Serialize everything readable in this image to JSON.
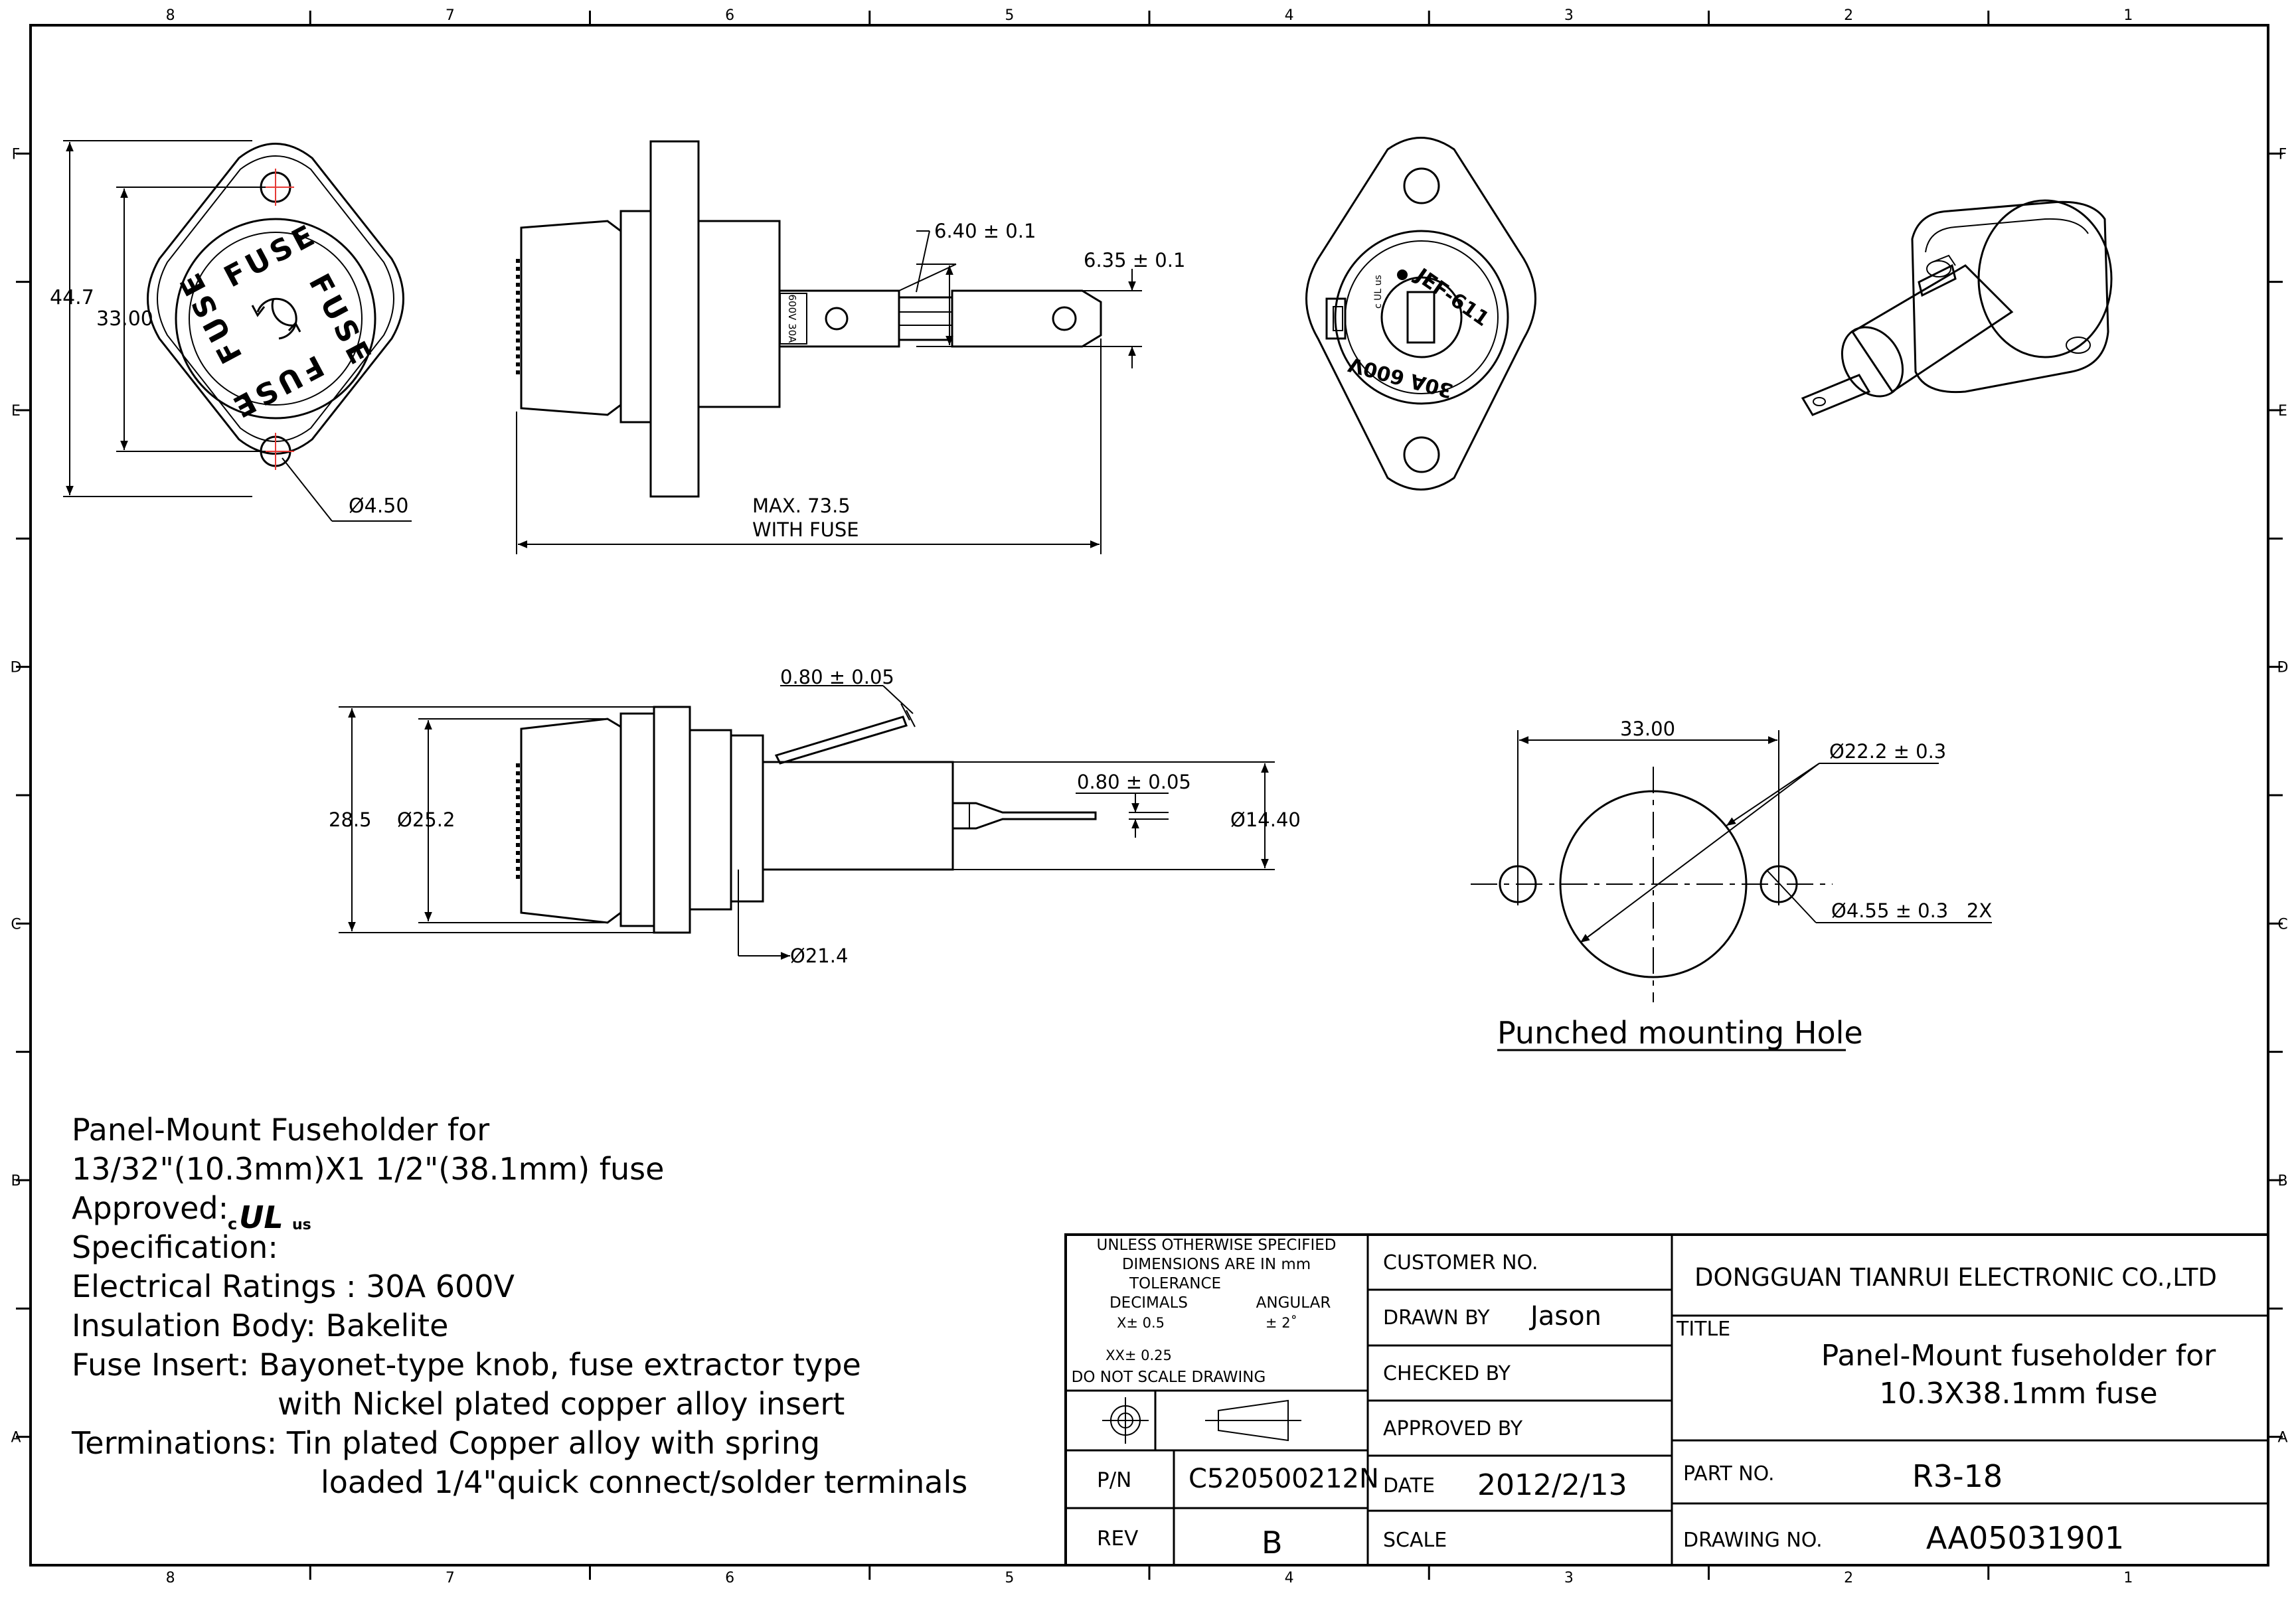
{
  "border": {
    "columns": [
      "8",
      "7",
      "6",
      "5",
      "4",
      "3",
      "2",
      "1"
    ],
    "rows": [
      "F",
      "E",
      "D",
      "C",
      "B",
      "A"
    ]
  },
  "front_view": {
    "height_dim": "44.7",
    "hole_spacing_dim": "33.00",
    "hole_diameter_dim": "Ø4.50",
    "knob_text_top": "FUSE",
    "knob_text_right": "FUSE",
    "knob_text_bottom": "FUSE",
    "knob_text_left": "FUSE"
  },
  "side_view": {
    "terminal_width_dim": "6.40 ± 0.1",
    "terminal_width_dim2": "6.35 ± 0.1",
    "overall_length_dim_1": "MAX. 73.5",
    "overall_length_dim_2": "WITH FUSE",
    "body_marking": "600V 30A"
  },
  "rear_view": {
    "marking_top": "JEF-611",
    "marking_bottom": "30A 600V",
    "marking_side": "c UL us"
  },
  "bottom_view": {
    "thickness_dim": "0.80 ± 0.05",
    "thickness_dim2": "0.80 ± 0.05",
    "flange_height_dim": "28.5",
    "knob_dia_dim": "Ø25.2",
    "body_dia_dim": "Ø14.40",
    "thread_dia_dim": "Ø21.4"
  },
  "mounting_hole": {
    "spacing_dim": "33.00",
    "main_hole_dim": "Ø22.2 ± 0.3",
    "small_hole_dim": "Ø4.55 ± 0.3   2X",
    "caption": "Punched mounting Hole"
  },
  "specification": {
    "line1": "Panel-Mount Fuseholder for",
    "line2": "13/32\"(10.3mm)X1 1/2\"(38.1mm) fuse",
    "approved_label": "Approved:",
    "ul_c": "c",
    "ul_mark": "UL",
    "ul_us": "us",
    "spec_label": "Specification:",
    "line_ratings": "Electrical Ratings : 30A 600V",
    "line_body": "Insulation Body: Bakelite",
    "line_insert_1": "Fuse Insert: Bayonet-type knob, fuse extractor type",
    "line_insert_2": "with Nickel plated copper alloy insert",
    "line_term_1": "Terminations: Tin plated Copper alloy with spring",
    "line_term_2": "loaded 1/4\"quick connect/solder terminals"
  },
  "title_block": {
    "tol_1": "UNLESS OTHERWISE SPECIFIED",
    "tol_2": "DIMENSIONS ARE IN mm",
    "tol_3": "TOLERANCE",
    "tol_decimals": "DECIMALS",
    "tol_angular": "ANGULAR",
    "tol_x": "X± 0.5",
    "tol_ang_val": "±  2˚",
    "tol_xx": "XX± 0.25",
    "tol_noscale": "DO NOT SCALE DRAWING",
    "customer_no_label": "CUSTOMER NO.",
    "drawn_by_label": "DRAWN BY",
    "drawn_by_value": "Jason",
    "checked_by_label": "CHECKED BY",
    "approved_by_label": "APPROVED BY",
    "date_label": "DATE",
    "date_value": "2012/2/13",
    "scale_label": "SCALE",
    "pn_label": "P/N",
    "pn_value": "C520500212N",
    "rev_label": "REV",
    "rev_value": "B",
    "company": "DONGGUAN TIANRUI ELECTRONIC CO.,LTD",
    "title_label": "TITLE",
    "title_1": "Panel-Mount fuseholder for",
    "title_2": "10.3X38.1mm fuse",
    "part_no_label": "PART NO.",
    "part_no_value": "R3-18",
    "drawing_no_label": "DRAWING NO.",
    "drawing_no_value": "AA05031901"
  }
}
